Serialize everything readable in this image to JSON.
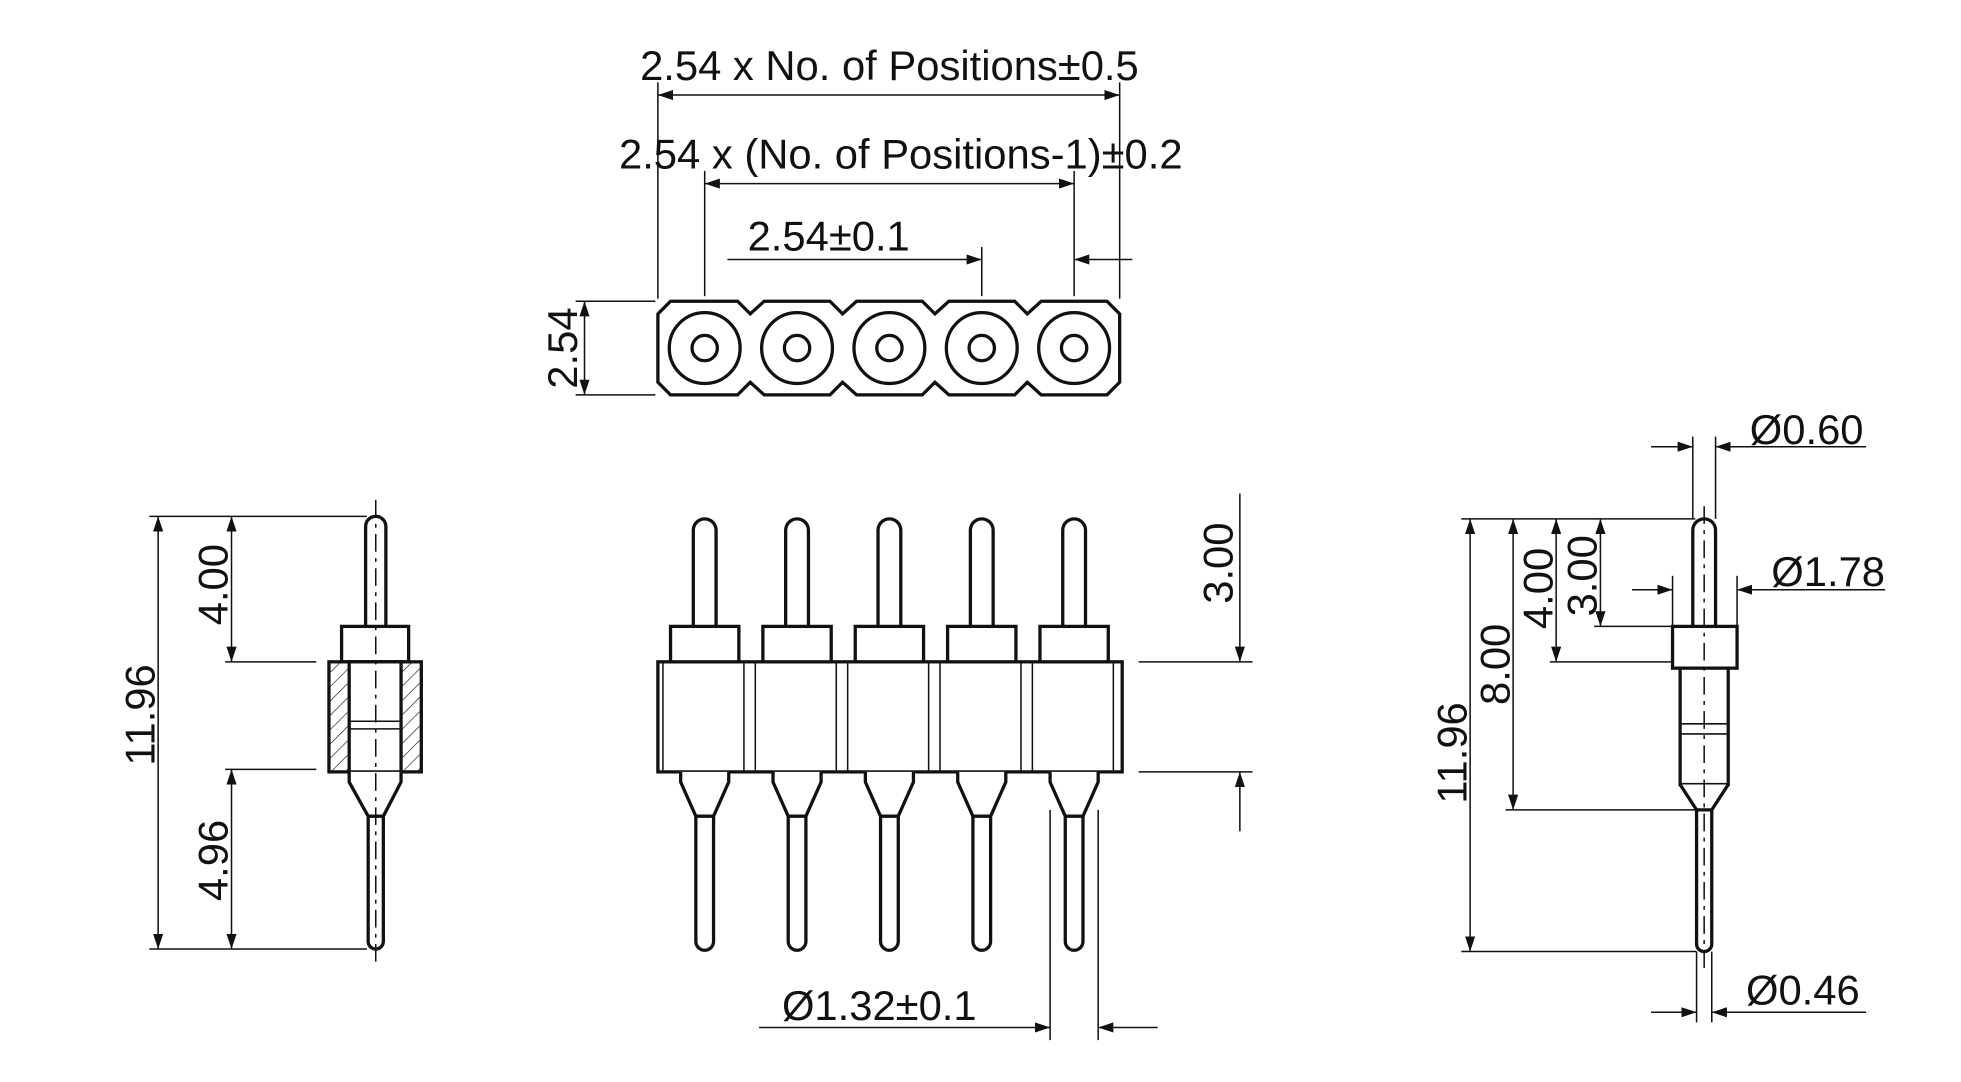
{
  "drawing": {
    "top_view": {
      "overall_length": "2.54 x No. of Positions±0.5",
      "pitch_span": "2.54 x (No. of Positions-1)±0.2",
      "pitch": "2.54±0.1",
      "width": "2.54",
      "positions_shown": 5
    },
    "side_view": {
      "total_length": "11.96",
      "top_pin_length": "4.00",
      "bottom_pin_length": "4.96"
    },
    "front_view": {
      "housing_height": "3.00",
      "body_diameter": "Ø1.32±0.1"
    },
    "pin_detail": {
      "top_pin_diameter": "Ø0.60",
      "collar_diameter": "Ø1.78",
      "top_pin_to_collar": "3.00",
      "top_pin_to_body": "4.00",
      "top_to_tail": "8.00",
      "total_length": "11.96",
      "tail_diameter": "Ø0.46"
    }
  }
}
